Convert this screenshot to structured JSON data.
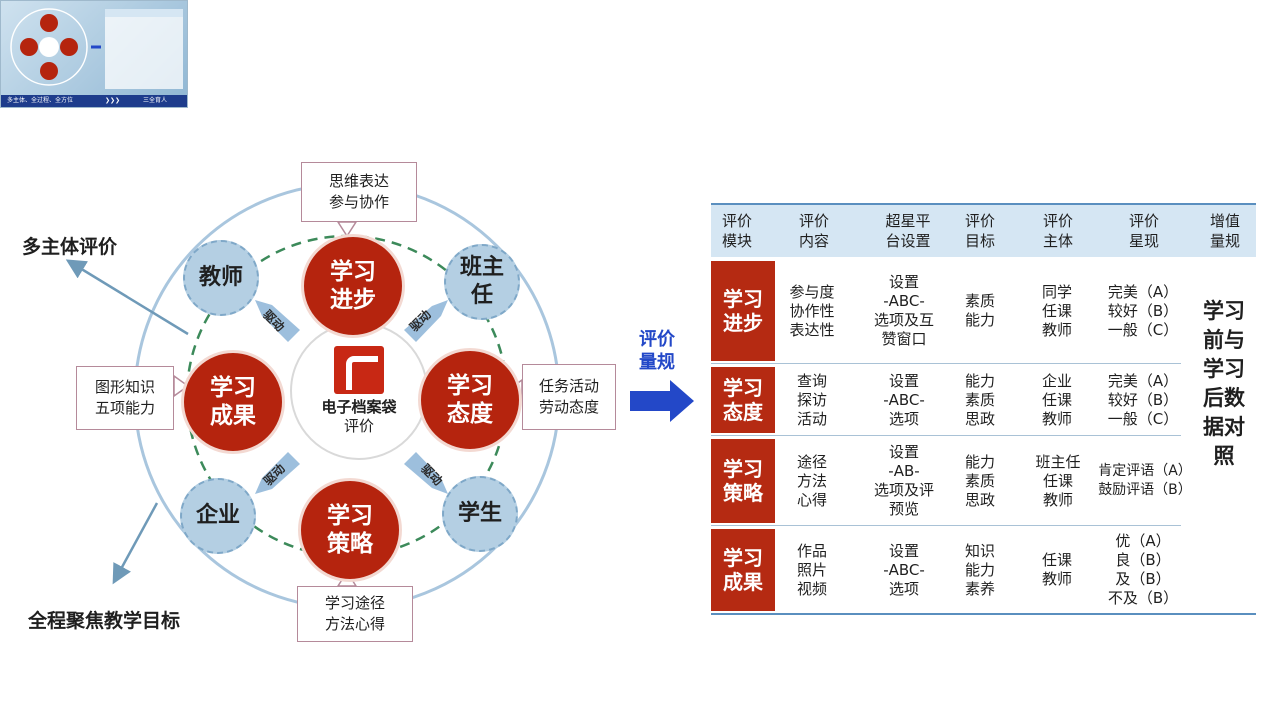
{
  "thumbnail": {
    "footer_left": "多主体、全过程、全方位",
    "footer_arrows": "❯❯❯",
    "footer_right": "三全育人"
  },
  "side_labels": {
    "top": "多主体评价",
    "bottom": "全程聚焦教学目标"
  },
  "center": {
    "title": "电子档案袋",
    "subtitle": "评价"
  },
  "red_nodes": {
    "progress": "学习\n进步",
    "attitude": "学习\n态度",
    "strategy": "学习\n策略",
    "outcome": "学习\n成果"
  },
  "blue_nodes": {
    "teacher": "教师",
    "head_teacher": "班主\n任",
    "enterprise": "企业",
    "student": "学生"
  },
  "arrow_labels": [
    "驱动",
    "驱动",
    "驱动",
    "驱动"
  ],
  "callouts": {
    "top": "思维表达\n参与协作",
    "right": "任务活动\n劳动态度",
    "bottom": "学习途径\n方法心得",
    "left": "图形知识\n五项能力"
  },
  "arrow_block_label": "评价\n量规",
  "colors": {
    "red": "#b5240e",
    "blue": "#b4cfe3",
    "accent": "#2348c8",
    "header": "#d5e6f3"
  },
  "table": {
    "headers": [
      "评价\n模块",
      "评价\n内容",
      "超星平\n台设置",
      "评价\n目标",
      "评价\n主体",
      "评价\n星现",
      "增值\n量规"
    ],
    "rows": [
      {
        "module": "学习\n进步",
        "content": "参与度\n协作性\n表达性",
        "platform": "设置\n-ABC-\n选项及互\n赞窗口",
        "goal": "素质\n能力",
        "subject": "同学\n任课\n教师",
        "grade": "完美（A）\n较好（B）\n一般（C）"
      },
      {
        "module": "学习\n态度",
        "content": "查询\n探访\n活动",
        "platform": "设置\n-ABC-\n选项",
        "goal": "能力\n素质\n思政",
        "subject": "企业\n任课\n教师",
        "grade": "完美（A）\n较好（B）\n一般（C）"
      },
      {
        "module": "学习\n策略",
        "content": "途径\n方法\n心得",
        "platform": "设置\n-AB-\n选项及评\n预览",
        "goal": "能力\n素质\n思政",
        "subject": "班主任\n任课\n教师",
        "grade": "肯定评语（A）\n鼓励评语（B）"
      },
      {
        "module": "学习\n成果",
        "content": "作品\n照片\n视频",
        "platform": "设置\n-ABC-\n选项",
        "goal": "知识\n能力\n素养",
        "subject": "任课\n教师",
        "grade": "优（A）\n良（B）\n及（B）\n不及（B）"
      }
    ],
    "value_added": "学习前与学习后数据对照"
  }
}
